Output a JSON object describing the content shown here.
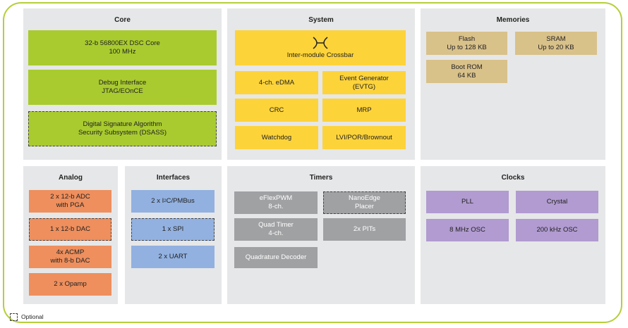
{
  "legend": {
    "optional_label": "Optional"
  },
  "core": {
    "title": "Core",
    "blocks": [
      "32-b 56800EX DSC Core\n100 MHz",
      "Debug Interface\nJTAG/EOnCE",
      "Digital Signature Algorithm\nSecurity Subsystem (DSASS)"
    ]
  },
  "system": {
    "title": "System",
    "crossbar": "Inter-module Crossbar",
    "blocks": [
      "4-ch. eDMA",
      "Event Generator\n(EVTG)",
      "CRC",
      "MRP",
      "Watchdog",
      "LVI/POR/Brownout"
    ]
  },
  "memories": {
    "title": "Memories",
    "blocks": [
      "Flash\nUp to 128 KB",
      "SRAM\nUp to 20 KB",
      "Boot ROM\n64 KB"
    ]
  },
  "analog": {
    "title": "Analog",
    "blocks": [
      "2 x 12-b ADC\nwith PGA",
      "1 x 12-b DAC",
      "4x ACMP\nwith 8-b DAC",
      "2 x Opamp"
    ]
  },
  "interfaces": {
    "title": "Interfaces",
    "i2c_prefix": "2 x I",
    "i2c_sup": "2",
    "i2c_suffix": "C/PMBus",
    "blocks": [
      "1 x SPI",
      "2 x UART"
    ]
  },
  "timers": {
    "title": "Timers",
    "blocks": [
      "eFlexPWM\n8-ch.",
      "NanoEdge\nPlacer",
      "Quad Timer\n4-ch.",
      "2x PITs",
      "Quadrature Decoder"
    ]
  },
  "clocks": {
    "title": "Clocks",
    "blocks": [
      "PLL",
      "Crystal",
      "8 MHz OSC",
      "200 kHz OSC"
    ]
  },
  "colors": {
    "frame": "#b5cf3a",
    "panel": "#e6e7e8",
    "core": "#a9cb2f",
    "system": "#fdd33a",
    "memories": "#d9c18a",
    "analog": "#ee8f5d",
    "interfaces": "#92b1e0",
    "timers": "#a0a1a3",
    "clocks": "#b19bd0"
  }
}
